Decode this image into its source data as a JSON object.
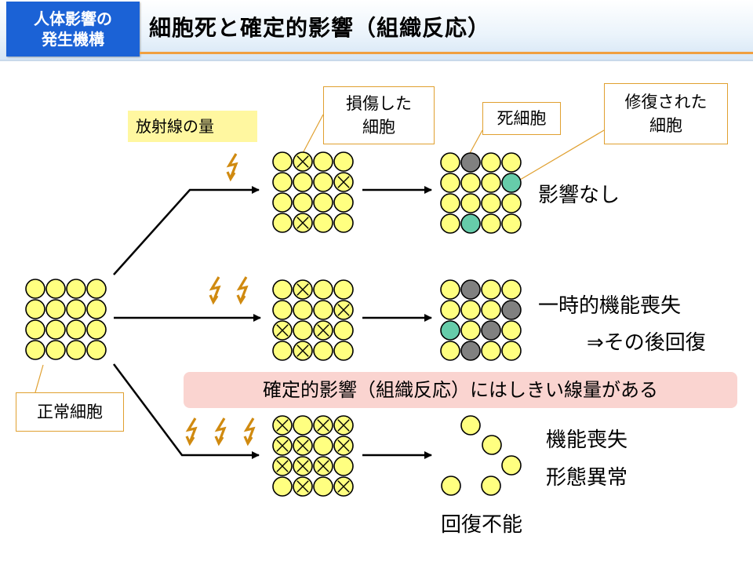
{
  "header": {
    "badge_line1": "人体影響の",
    "badge_line2": "発生機構",
    "title": "細胞死と確定的影響（組織反応）"
  },
  "labels": {
    "dose": "放射線の量",
    "damaged_line1": "損傷した",
    "damaged_line2": "細胞",
    "dead_cell": "死細胞",
    "repaired_line1": "修復された",
    "repaired_line2": "細胞",
    "normal_cell": "正常細胞",
    "threshold": "確定的影響（組織反応）にはしきい線量がある"
  },
  "outcomes": {
    "low": "影響なし",
    "mid_line1": "一時的機能喪失",
    "mid_line2": "⇒その後回復",
    "high_line1": "機能喪失",
    "high_line2": "形態異常",
    "high_line3": "回復不能"
  },
  "colors": {
    "cell_fill": "#ffff80",
    "dead_fill": "#808080",
    "repaired_fill": "#66ccaa",
    "lightning": "#d08a10",
    "badge": "#1b62d6",
    "threshold_bg": "#fad4d0",
    "dose_bg": "#fff7a0"
  }
}
